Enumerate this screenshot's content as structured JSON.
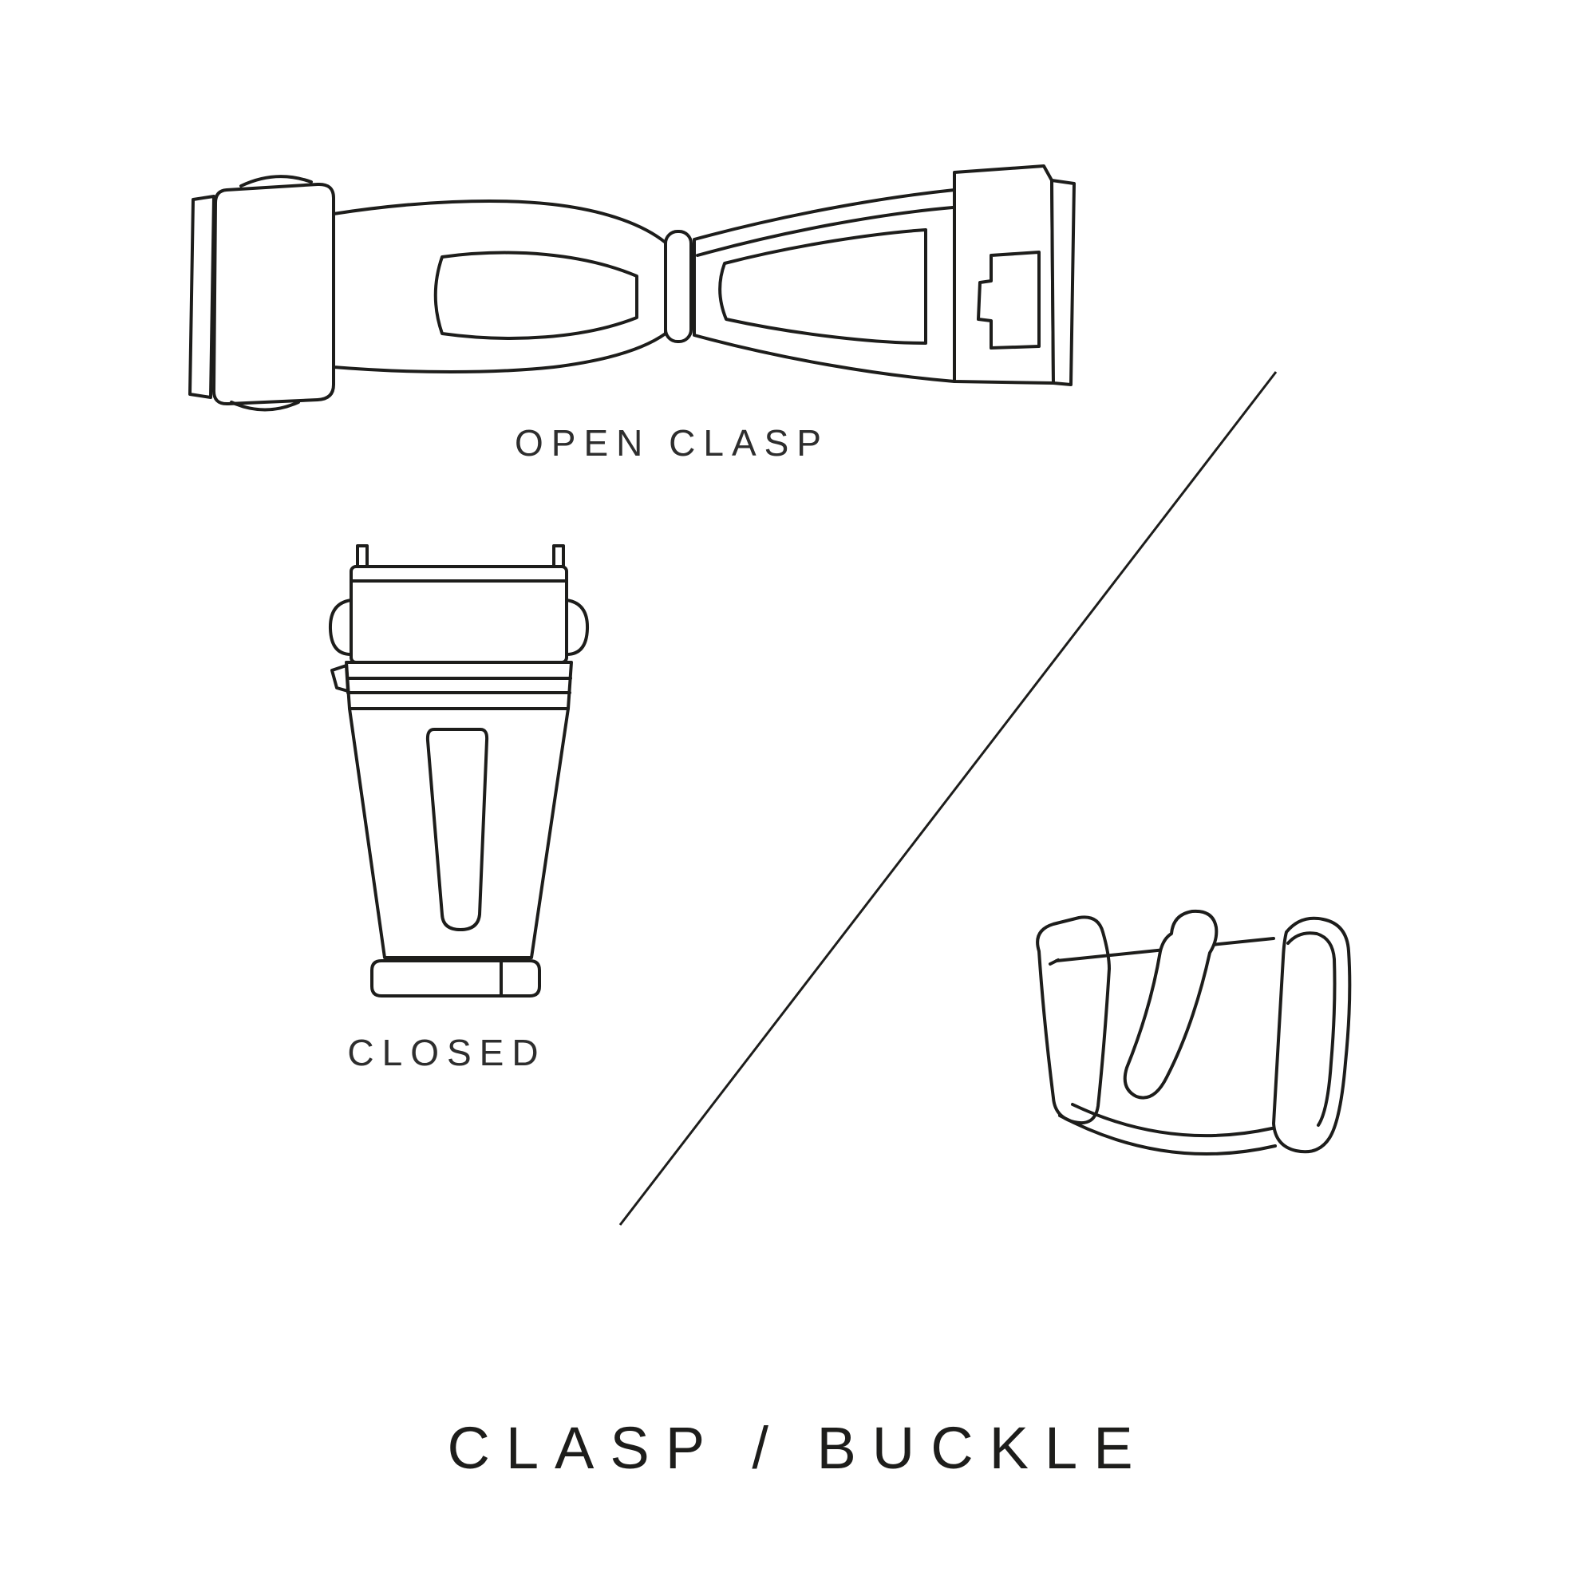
{
  "colors": {
    "background": "#ffffff",
    "ink": "#1d1d1b",
    "label_text": "#2e2e2e"
  },
  "labels": {
    "open_clasp": "OPEN CLASP",
    "closed": "CLOSED"
  },
  "title": "CLASP / BUCKLE",
  "illustrations": {
    "open_clasp": "open-deployant-clasp-line-drawing",
    "closed_clasp": "closed-clasp-line-drawing",
    "buckle": "tang-buckle-line-drawing",
    "divider": "diagonal-divider-line"
  }
}
